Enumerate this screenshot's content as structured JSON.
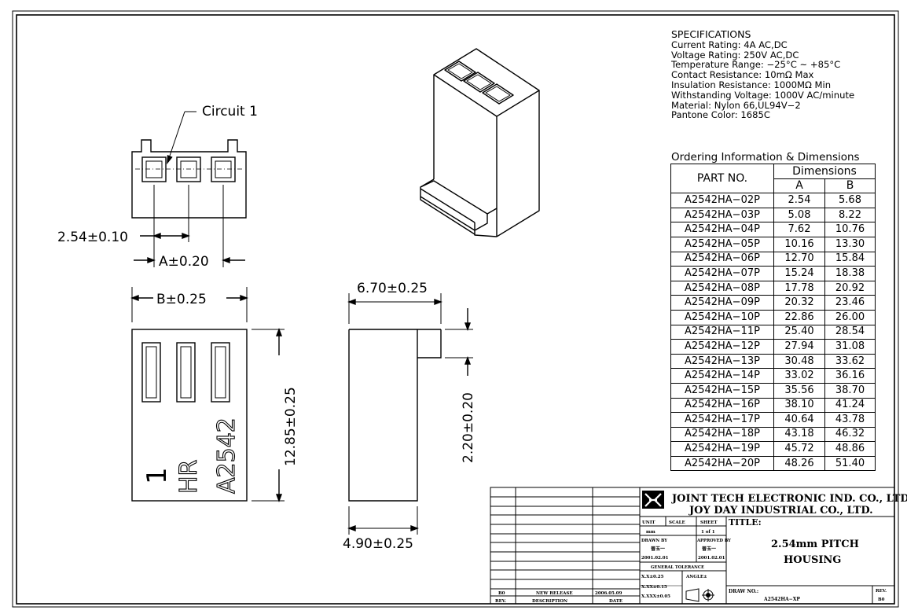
{
  "specifications": {
    "heading": "SPECIFICATIONS",
    "lines": [
      "Current Rating: 4A AC,DC",
      "Voltage Rating: 250V AC,DC",
      "Temperature Range: −25°C ~ +85°C",
      "Contact Resistance: 10mΩ Max",
      "Insulation Resistance: 1000MΩ Min",
      "Withstanding Voltage: 1000V AC/minute",
      "Material: Nylon 66,UL94V−2",
      "Pantone Color: 1685C"
    ]
  },
  "ordering": {
    "title": "Ordering Information & Dimensions",
    "col_part": "PART NO.",
    "col_dims": "Dimensions",
    "col_a": "A",
    "col_b": "B",
    "rows": [
      [
        "A2542HA−02P",
        "2.54",
        "5.68"
      ],
      [
        "A2542HA−03P",
        "5.08",
        "8.22"
      ],
      [
        "A2542HA−04P",
        "7.62",
        "10.76"
      ],
      [
        "A2542HA−05P",
        "10.16",
        "13.30"
      ],
      [
        "A2542HA−06P",
        "12.70",
        "15.84"
      ],
      [
        "A2542HA−07P",
        "15.24",
        "18.38"
      ],
      [
        "A2542HA−08P",
        "17.78",
        "20.92"
      ],
      [
        "A2542HA−09P",
        "20.32",
        "23.46"
      ],
      [
        "A2542HA−10P",
        "22.86",
        "26.00"
      ],
      [
        "A2542HA−11P",
        "25.40",
        "28.54"
      ],
      [
        "A2542HA−12P",
        "27.94",
        "31.08"
      ],
      [
        "A2542HA−13P",
        "30.48",
        "33.62"
      ],
      [
        "A2542HA−14P",
        "33.02",
        "36.16"
      ],
      [
        "A2542HA−15P",
        "35.56",
        "38.70"
      ],
      [
        "A2542HA−16P",
        "38.10",
        "41.24"
      ],
      [
        "A2542HA−17P",
        "40.64",
        "43.78"
      ],
      [
        "A2542HA−18P",
        "43.18",
        "46.32"
      ],
      [
        "A2542HA−19P",
        "45.72",
        "48.86"
      ],
      [
        "A2542HA−20P",
        "48.26",
        "51.40"
      ]
    ]
  },
  "dimensions": {
    "circuit_label": "Circuit 1",
    "pitch": "2.54±0.10",
    "a_dim": "A±0.20",
    "b_dim": "B±0.25",
    "height": "12.85±0.25",
    "side_width": "6.70±0.25",
    "side_step": "2.20±0.20",
    "side_bottom": "4.90±0.25"
  },
  "marking": {
    "pin": "1",
    "brand": "HR",
    "model": "A2542"
  },
  "title_block": {
    "company1": "JOINT TECH ELECTRONIC IND. CO., LTD.",
    "company2": "JOY DAY INDUSTRIAL CO., LTD.",
    "unit_label": "UNIT",
    "unit_value": "mm",
    "scale_label": "SCALE",
    "sheet_label": "SHEET",
    "sheet_value": "1 of 1",
    "title_label": "TITLE:",
    "title_line1": "2.54mm PITCH",
    "title_line2": "HOUSING",
    "drawn_label": "DRAWN BY",
    "drawn_name": "晉玉一",
    "drawn_date": "2001.02.01",
    "approved_label": "APPROVED BY",
    "approved_name": "晉玉一",
    "approved_date": "2001.02.01",
    "tolerance_label": "GENERAL TOLERANCE",
    "tol1": "X.X±0.25",
    "tol2": "X.XX±0.15",
    "tol3": "X.XXX±0.05",
    "angle_label": "ANGLE±",
    "drawno_label": "DRAW NO.:",
    "drawno_value": "A2542HA−XP",
    "rev_label": "REV.",
    "rev_value": "B0",
    "rev_row_rev": "B0",
    "rev_row_desc": "NEW RELEASE",
    "rev_row_date": "2006.05.09",
    "hdr_rev": "REV.",
    "hdr_desc": "DESCRIPTION",
    "hdr_date": "DATE"
  }
}
